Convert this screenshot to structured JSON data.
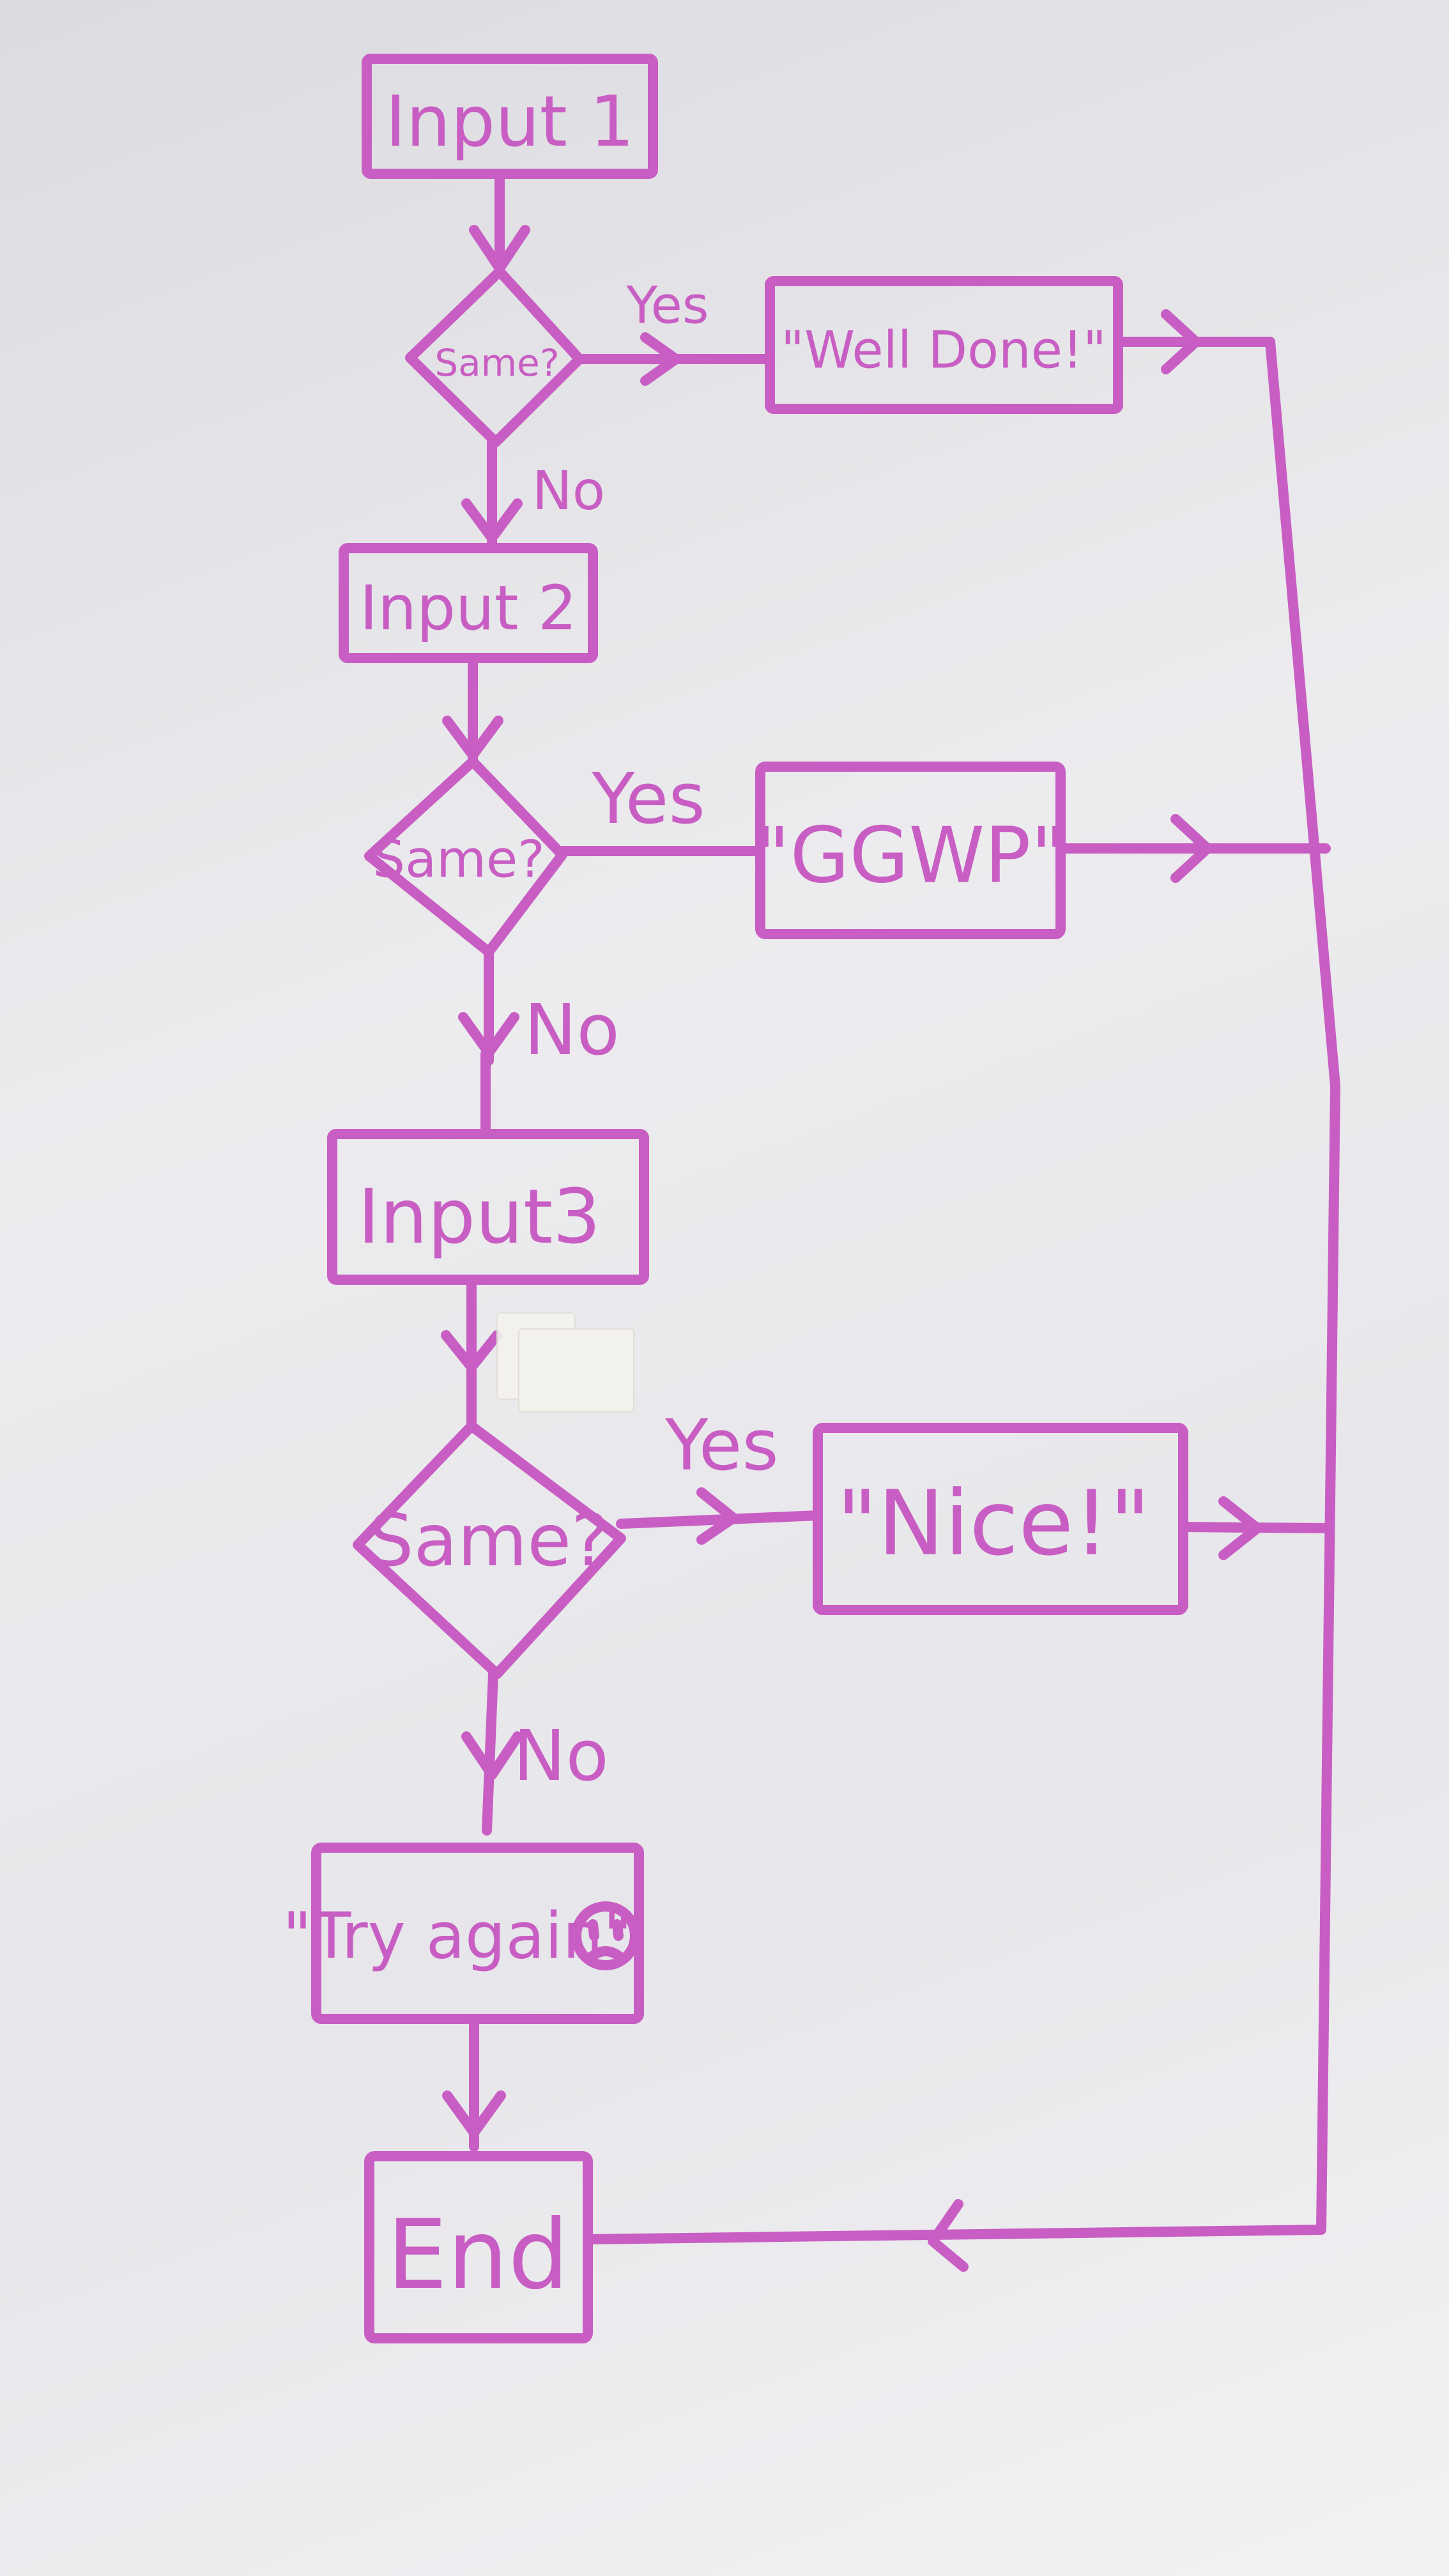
{
  "colors": {
    "ink": "#c85ec3",
    "board": "#e9e8ec"
  },
  "nodes": {
    "input1": "Input 1",
    "decision1": "Same?",
    "well_done": "\"Well Done!\"",
    "input2": "Input 2",
    "decision2": "Same?",
    "ggwp": "\"GGWP\"",
    "input3": "Input3",
    "decision3": "Same?",
    "nice": "\"Nice!\"",
    "try_again": "\"Try again\"",
    "end": "End"
  },
  "edges": {
    "yes1": "Yes",
    "no1": "No",
    "yes2": "Yes",
    "no2": "No",
    "yes3": "Yes",
    "no3": "No"
  }
}
